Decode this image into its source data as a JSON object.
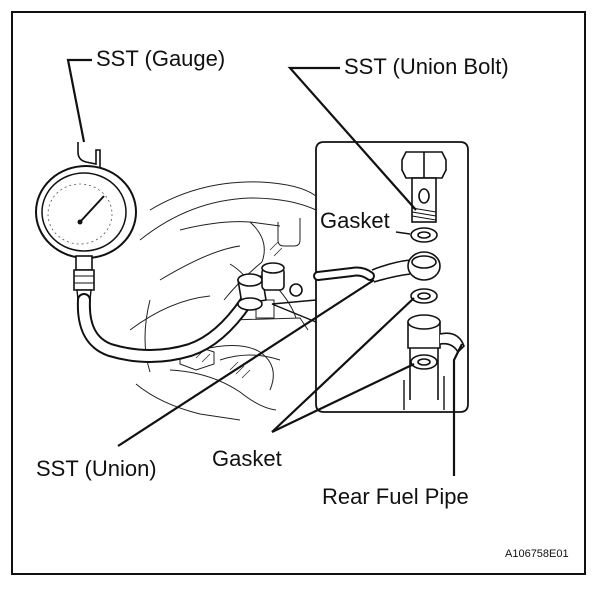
{
  "labels": {
    "sst_gauge": "SST (Gauge)",
    "sst_union_bolt": "SST (Union Bolt)",
    "gasket_upper": "Gasket",
    "sst_union": "SST (Union)",
    "gasket_lower": "Gasket",
    "rear_fuel_pipe": "Rear Fuel Pipe"
  },
  "figure_code": "A106758E01",
  "colors": {
    "ink": "#111111",
    "background": "#ffffff"
  }
}
